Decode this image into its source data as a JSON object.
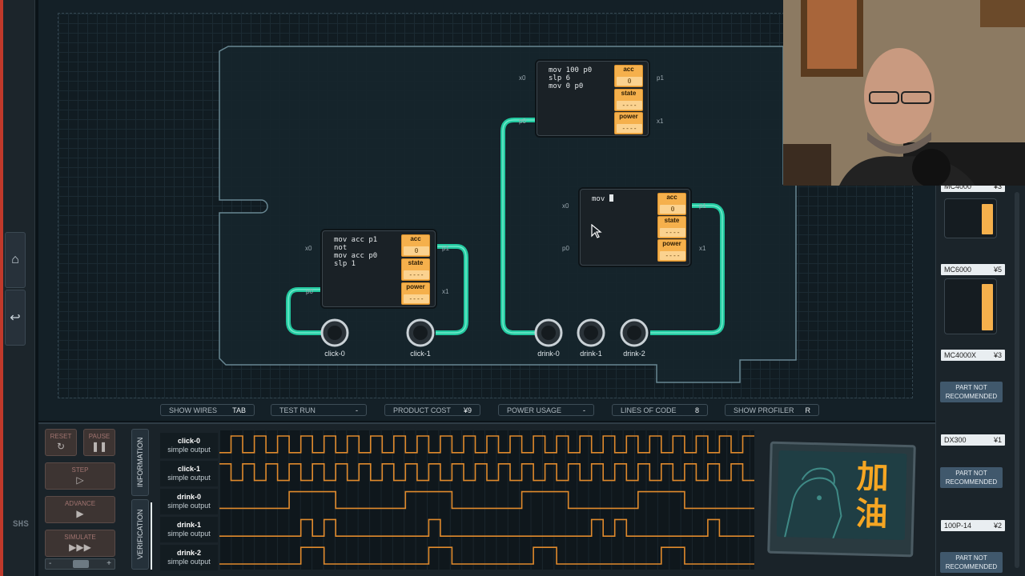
{
  "rail": {
    "home_icon": "home-icon",
    "back_icon": "undo-arrow-icon",
    "logo_text": "SHS"
  },
  "board": {
    "chips": [
      {
        "id": "chip-a",
        "code": "mov acc p1\nnot\nmov acc p0\nslp 1",
        "acc": "0",
        "state": "----",
        "power": "----",
        "ports": {
          "x0": "x0",
          "p0": "p0",
          "p1": "p1",
          "x1": "x1"
        }
      },
      {
        "id": "chip-b",
        "code": "mov 100 p0\nslp 6\nmov 0 p0",
        "acc": "0",
        "state": "----",
        "power": "----",
        "ports": {
          "x0": "x0",
          "p0": "p0",
          "p1": "p1",
          "x1": "x1"
        }
      },
      {
        "id": "chip-c",
        "code": "mov ",
        "acc": "0",
        "state": "----",
        "power": "----",
        "ports": {
          "x0": "x0",
          "p0": "p0",
          "p1": "p1",
          "x1": "x1"
        }
      }
    ],
    "reg_labels": {
      "acc": "acc",
      "state": "state",
      "power": "power"
    },
    "pins": [
      "click-0",
      "click-1",
      "drink-0",
      "drink-1",
      "drink-2"
    ]
  },
  "stats": {
    "show_wires": {
      "label": "SHOW WIRES",
      "key": "TAB"
    },
    "test_run": {
      "label": "TEST RUN",
      "value": "-"
    },
    "product_cost": {
      "label": "PRODUCT COST",
      "value": "¥9"
    },
    "power_usage": {
      "label": "POWER USAGE",
      "value": "-"
    },
    "lines_of_code": {
      "label": "LINES OF CODE",
      "value": "8"
    },
    "show_profiler": {
      "label": "SHOW PROFILER",
      "key": "R"
    }
  },
  "controls": {
    "reset": "RESET",
    "pause": "PAUSE",
    "step": "STEP",
    "advance": "ADVANCE",
    "simulate": "SIMULATE",
    "speed_minus": "-",
    "speed_plus": "+"
  },
  "tabs": {
    "information": "INFORMATION",
    "verification": "VERIFICATION"
  },
  "signals": [
    {
      "name": "click-0",
      "type": "simple output",
      "wave": [
        0,
        1,
        0,
        1,
        0,
        1,
        0,
        1,
        0,
        1,
        0,
        1,
        0,
        1,
        0,
        1,
        0,
        1,
        0,
        1,
        0,
        1,
        0,
        1,
        0,
        1,
        0,
        1,
        0,
        1,
        0,
        1,
        0,
        1,
        0,
        1,
        0,
        1,
        0,
        1,
        0,
        1,
        0,
        1,
        0,
        1
      ]
    },
    {
      "name": "click-1",
      "type": "simple output",
      "wave": [
        1,
        0,
        1,
        0,
        1,
        0,
        1,
        0,
        1,
        0,
        1,
        0,
        1,
        0,
        1,
        0,
        1,
        0,
        1,
        0,
        1,
        0,
        1,
        0,
        1,
        0,
        1,
        0,
        1,
        0,
        1,
        0,
        1,
        0,
        1,
        0,
        1,
        0,
        1,
        0,
        1,
        0,
        1,
        0,
        1,
        0
      ]
    },
    {
      "name": "drink-0",
      "type": "simple output",
      "wave": [
        0,
        0,
        0,
        0,
        0,
        0,
        1,
        1,
        1,
        1,
        0,
        0,
        0,
        0,
        0,
        0,
        1,
        1,
        1,
        1,
        0,
        0,
        0,
        0,
        0,
        0,
        1,
        1,
        1,
        1,
        0,
        0,
        0,
        0,
        0,
        0,
        1,
        1,
        1,
        1,
        0,
        0,
        0,
        0,
        0,
        0
      ]
    },
    {
      "name": "drink-1",
      "type": "simple output",
      "wave": [
        0,
        0,
        0,
        0,
        0,
        0,
        0,
        1,
        0,
        1,
        0,
        0,
        0,
        0,
        0,
        0,
        0,
        0,
        1,
        0,
        0,
        0,
        0,
        0,
        0,
        0,
        0,
        0,
        0,
        0,
        0,
        0,
        1,
        0,
        1,
        0,
        0,
        0,
        0,
        0,
        0,
        0,
        1,
        0,
        0,
        0
      ]
    },
    {
      "name": "drink-2",
      "type": "simple output",
      "wave": [
        0,
        0,
        0,
        0,
        0,
        0,
        0,
        1,
        1,
        0,
        0,
        0,
        0,
        0,
        0,
        0,
        0,
        0,
        1,
        1,
        0,
        0,
        0,
        0,
        0,
        0,
        0,
        1,
        1,
        0,
        0,
        0,
        0,
        0,
        0,
        0,
        0,
        0,
        1,
        1,
        0,
        0,
        0,
        0,
        0,
        0
      ]
    }
  ],
  "mascot": {
    "line1": "加",
    "line2": "油"
  },
  "palette": {
    "parts": [
      {
        "name": "MC4000",
        "cost": "¥3"
      },
      {
        "name": "MC6000",
        "cost": "¥5"
      },
      {
        "name": "MC4000X",
        "cost": "¥3",
        "note": "PART NOT RECOMMENDED"
      },
      {
        "name": "DX300",
        "cost": "¥1",
        "note": "PART NOT RECOMMENDED"
      },
      {
        "name": "100P-14",
        "cost": "¥2",
        "note": "PART NOT RECOMMENDED"
      }
    ]
  },
  "colors": {
    "wire": "#2de0b4",
    "register": "#f5b04c",
    "waveform": "#e08a2c",
    "accent_red": "#c0392b"
  }
}
